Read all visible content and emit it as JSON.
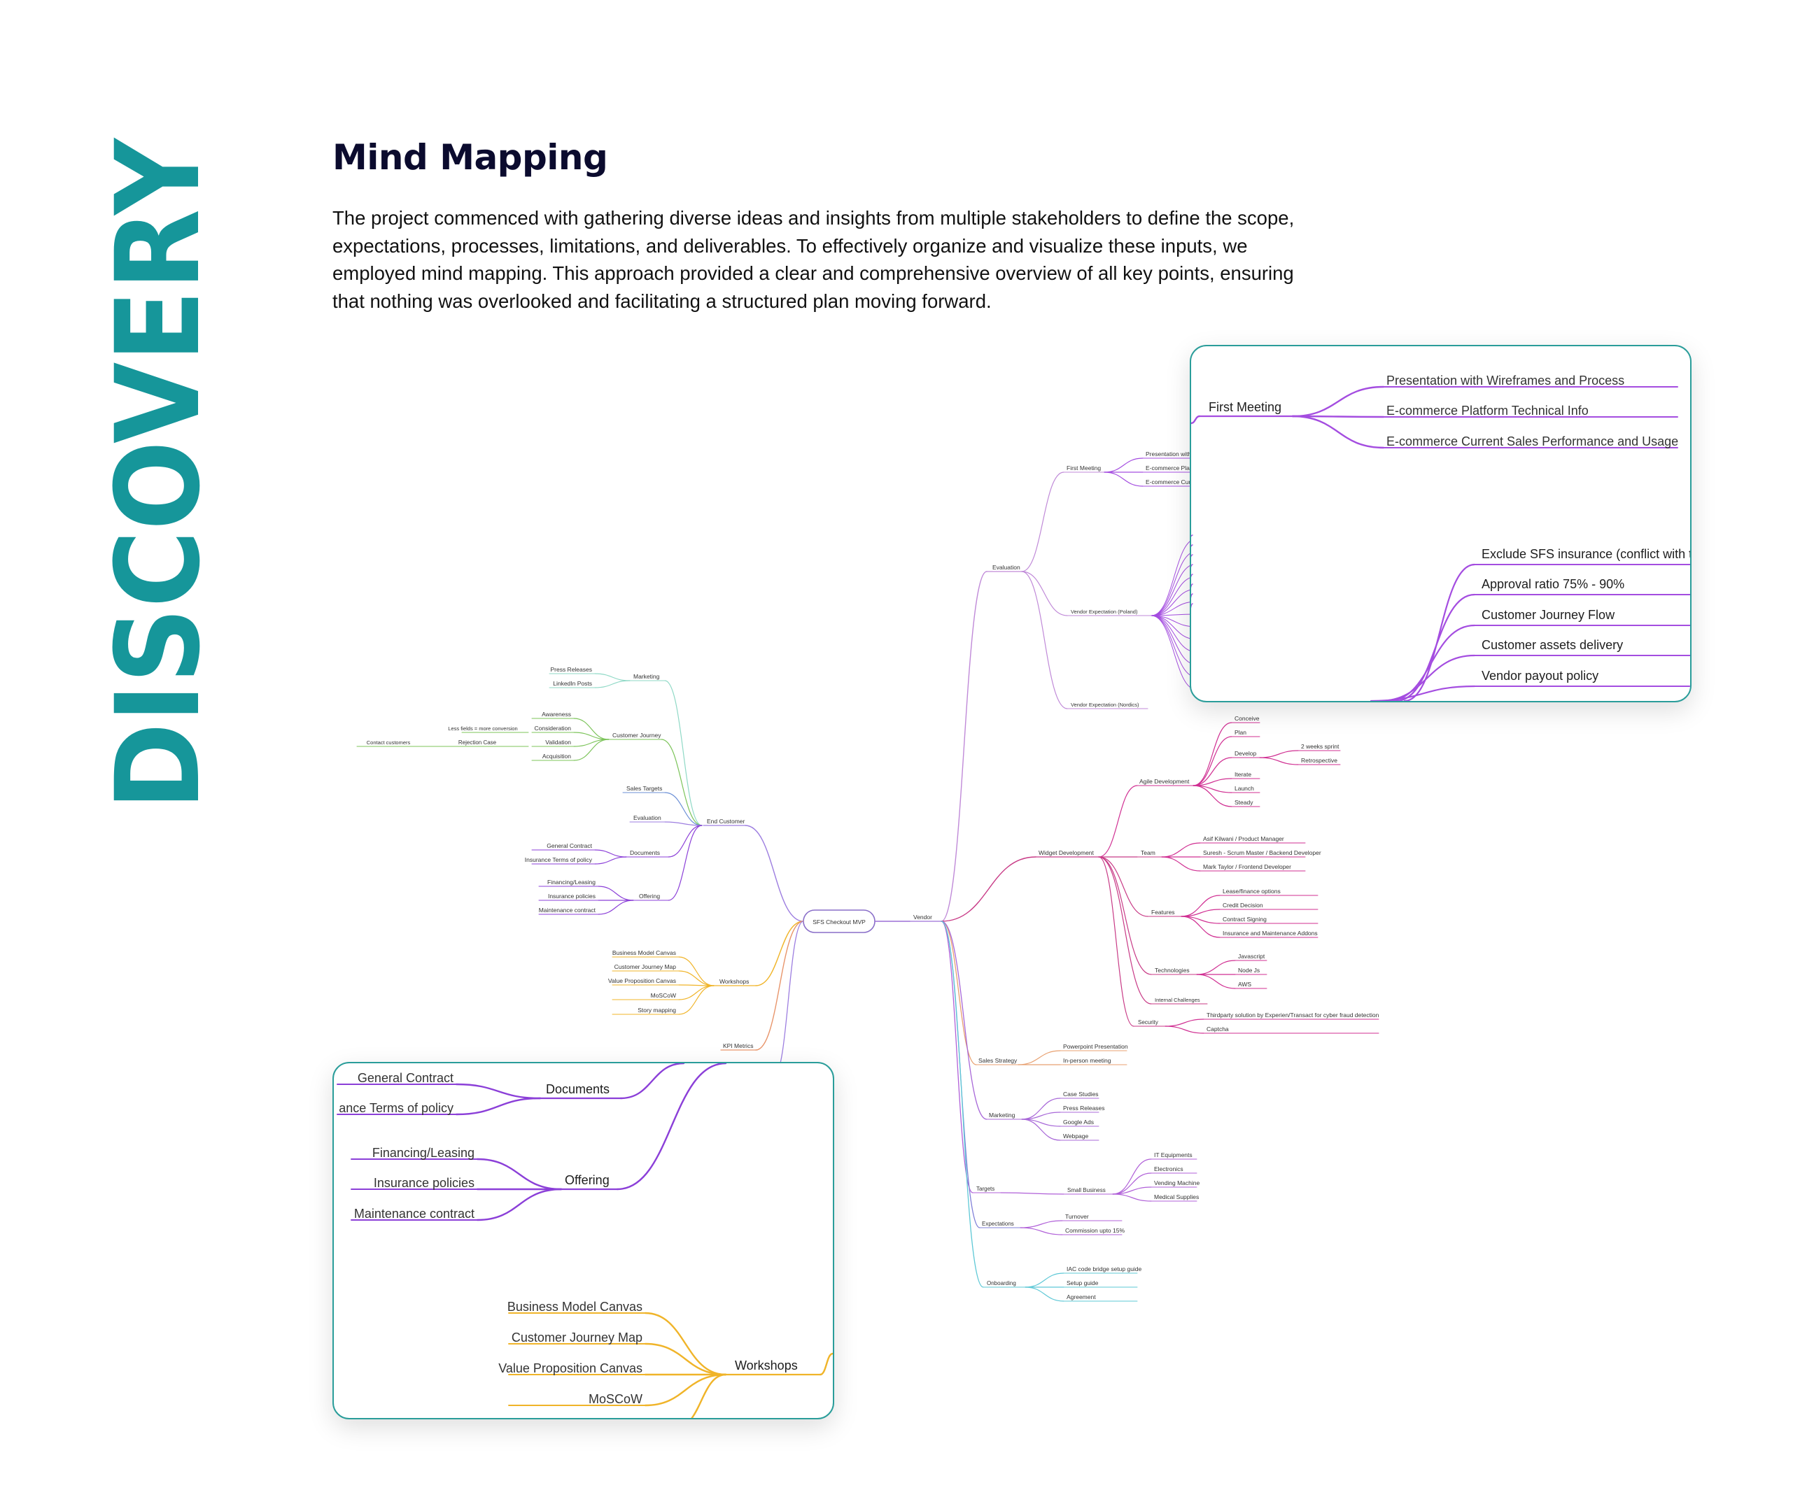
{
  "side_title": "DISCOVERY",
  "heading": "Mind Mapping",
  "intro": "The project commenced with gathering diverse ideas and insights from multiple stakeholders to define the scope, expectations, processes, limitations, and deliverables. To effectively organize and visualize these inputs, we employed mind mapping. This approach provided a clear and comprehensive overview of all key points, ensuring that nothing was overlooked and facilitating a structured plan moving forward.",
  "colors": {
    "accent": "#16969a",
    "marketing": "#8fd9c6",
    "journey": "#7cc45a",
    "sales_targets": "#6b8fd6",
    "end_customer": "#9d7ee0",
    "documents": "#8b3fd8",
    "workshops": "#f0b429",
    "kpi": "#e8956b",
    "evaluation": "#c08ad8",
    "vendor_expectation": "#a44de0",
    "agile": "#d02f92",
    "widget": "#c83a86",
    "sales_strategy": "#e8a070",
    "vendor_marketing": "#a868d8",
    "targets": "#b060d8",
    "expectations": "#8080d8",
    "onboarding": "#5ec8d6"
  },
  "mindmap": {
    "center": "SFS Checkout MVP",
    "vendor": "Vendor",
    "end_customer": {
      "label": "End Customer",
      "marketing": {
        "label": "Marketing",
        "items": [
          "Press Releases",
          "LinkedIn Posts"
        ]
      },
      "journey": {
        "label": "Customer Journey",
        "items": [
          "Awareness",
          "Consideration",
          "Validation",
          "Acquisition"
        ],
        "consideration_child": "Less fields = more conversion",
        "validation_child": "Rejection Case",
        "rejection_child": "Contact customers"
      },
      "sales_targets": "Sales Targets",
      "evaluation": "Evaluation",
      "documents": {
        "label": "Documents",
        "items": [
          "General Contract",
          "Insurance Terms of policy"
        ]
      },
      "offering": {
        "label": "Offering",
        "items": [
          "Financing/Leasing",
          "Insurance policies",
          "Maintenance contract"
        ]
      }
    },
    "workshops": {
      "label": "Workshops",
      "items": [
        "Business Model Canvas",
        "Customer Journey Map",
        "Value Proposition Canvas",
        "MoSCoW",
        "Story mapping"
      ]
    },
    "kpi": "KPI Metrics",
    "evaluation": {
      "label": "Evaluation",
      "first_meeting": {
        "label": "First Meeting",
        "items": [
          "Presentation with Wireframes and Process",
          "E-commerce Platform Technical Info",
          "E-commerce Current Sales Performance and Usage"
        ]
      },
      "vendor_expectation_poland": "Vendor Expectation (Poland)",
      "vendor_expectation_nordics": "Vendor Expectation (Nordics)",
      "poland_items": [
        "Exclude SFS insurance (conflict with the",
        "Approval ratio 75% - 90%",
        "Customer Journey Flow",
        "Customer assets delivery",
        "Vendor payout policy"
      ]
    },
    "widget": {
      "label": "Widget Development",
      "agile": {
        "label": "Agile Development",
        "items": [
          "Conceive",
          "Plan",
          "Develop",
          "Iterate",
          "Launch",
          "Steady"
        ],
        "develop_items": [
          "2 weeks sprint",
          "Retrospective"
        ]
      },
      "team": {
        "label": "Team",
        "items": [
          "Asif Kilwani / Product Manager",
          "Suresh - Scrum Master / Backend Developer",
          "Mark Taylor / Frontend Developer"
        ]
      },
      "features": {
        "label": "Features",
        "items": [
          "Lease/finance options",
          "Credit Decision",
          "Contract Signing",
          "Insurance and Maintenance Addons"
        ]
      },
      "technologies": {
        "label": "Technologies",
        "items": [
          "Javascript",
          "Node Js",
          "AWS"
        ]
      },
      "internal": "Internal Challenges",
      "security": {
        "label": "Security",
        "items": [
          "Thirdparty solution by Experien/Transact for cyber fraud detection",
          "Captcha"
        ]
      }
    },
    "sales_strategy": {
      "label": "Sales Strategy",
      "items": [
        "Powerpoint Presentation",
        "In-person meeting"
      ]
    },
    "marketing": {
      "label": "Marketing",
      "items": [
        "Case Studies",
        "Press Releases",
        "Google Ads",
        "Webpage"
      ]
    },
    "targets": {
      "label": "Targets",
      "small_business": "Small Business",
      "items": [
        "IT Equipments",
        "Electronics",
        "Vending Machine",
        "Medical Supplies"
      ]
    },
    "expectations": {
      "label": "Expectations",
      "items": [
        "Turnover",
        "Commission upto 15%"
      ]
    },
    "onboarding": {
      "label": "Onboarding",
      "items": [
        "IAC code bridge setup guide",
        "Setup guide",
        "Agreement"
      ]
    }
  },
  "zoom_bottom": {
    "documents_items": [
      "General Contract",
      "ance Terms of policy"
    ]
  }
}
